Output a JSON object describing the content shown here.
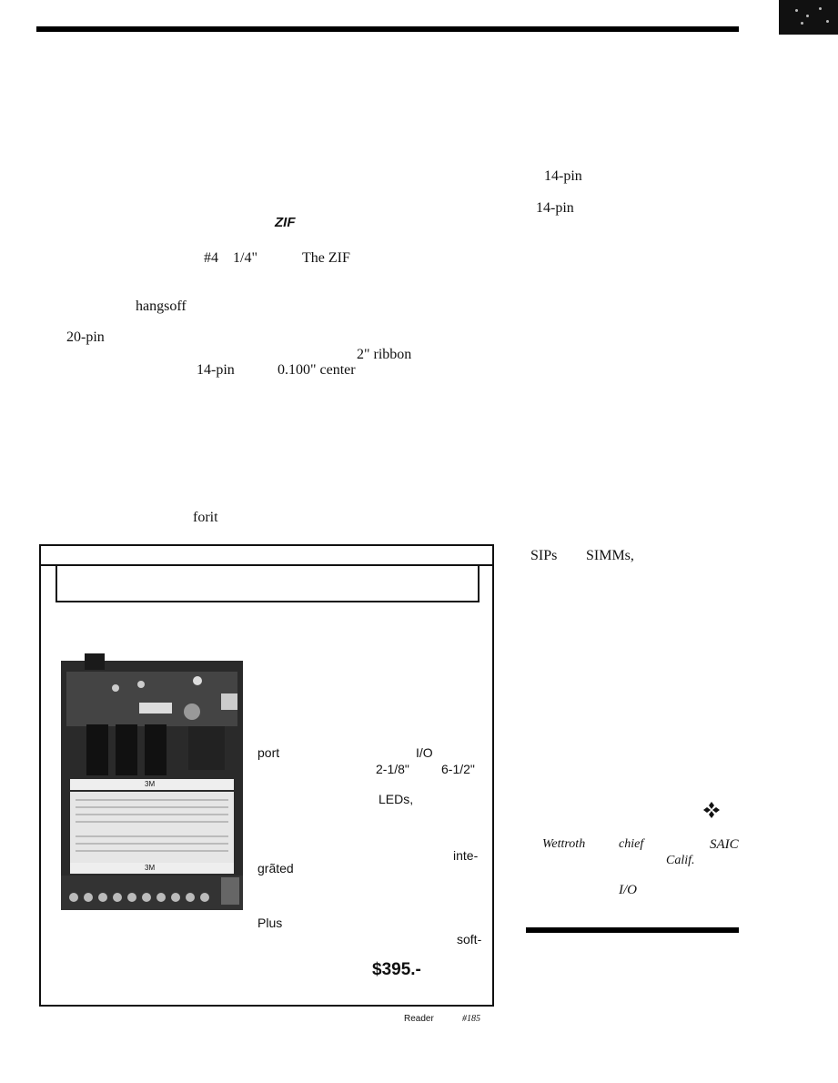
{
  "left_column": {
    "zif": "ZIF",
    "screw": "#4",
    "length": "1/4\"",
    "the_zif": "The ZIF",
    "hangs_off": "hangsoff",
    "pin20": "20-pin",
    "ribbon": "2\" ribbon",
    "pin14_a": "14-pin",
    "center": "0.100\" center",
    "for_it": "forit"
  },
  "right_column": {
    "pin14_b": "14-pin",
    "pin14_c": "14-pin",
    "sips": "SIPs",
    "simms": "SIMMs,",
    "author": "Wettroth",
    "chief": "chief",
    "saic": "SAIC",
    "calif": "Calif.",
    "io": "I/O"
  },
  "ad": {
    "port": "port",
    "io": "I/O",
    "dim_a": "2-1/8\"",
    "dim_b": "6-1/2\"",
    "leds": "LEDs,",
    "inte": "inte-",
    "grated": "grãted",
    "plus": "Plus",
    "soft": "soft-",
    "price": "$395.-",
    "chip_label_a": "3M",
    "chip_label_b": "3M"
  },
  "footer": {
    "reader": "Reader",
    "number": "#185"
  }
}
